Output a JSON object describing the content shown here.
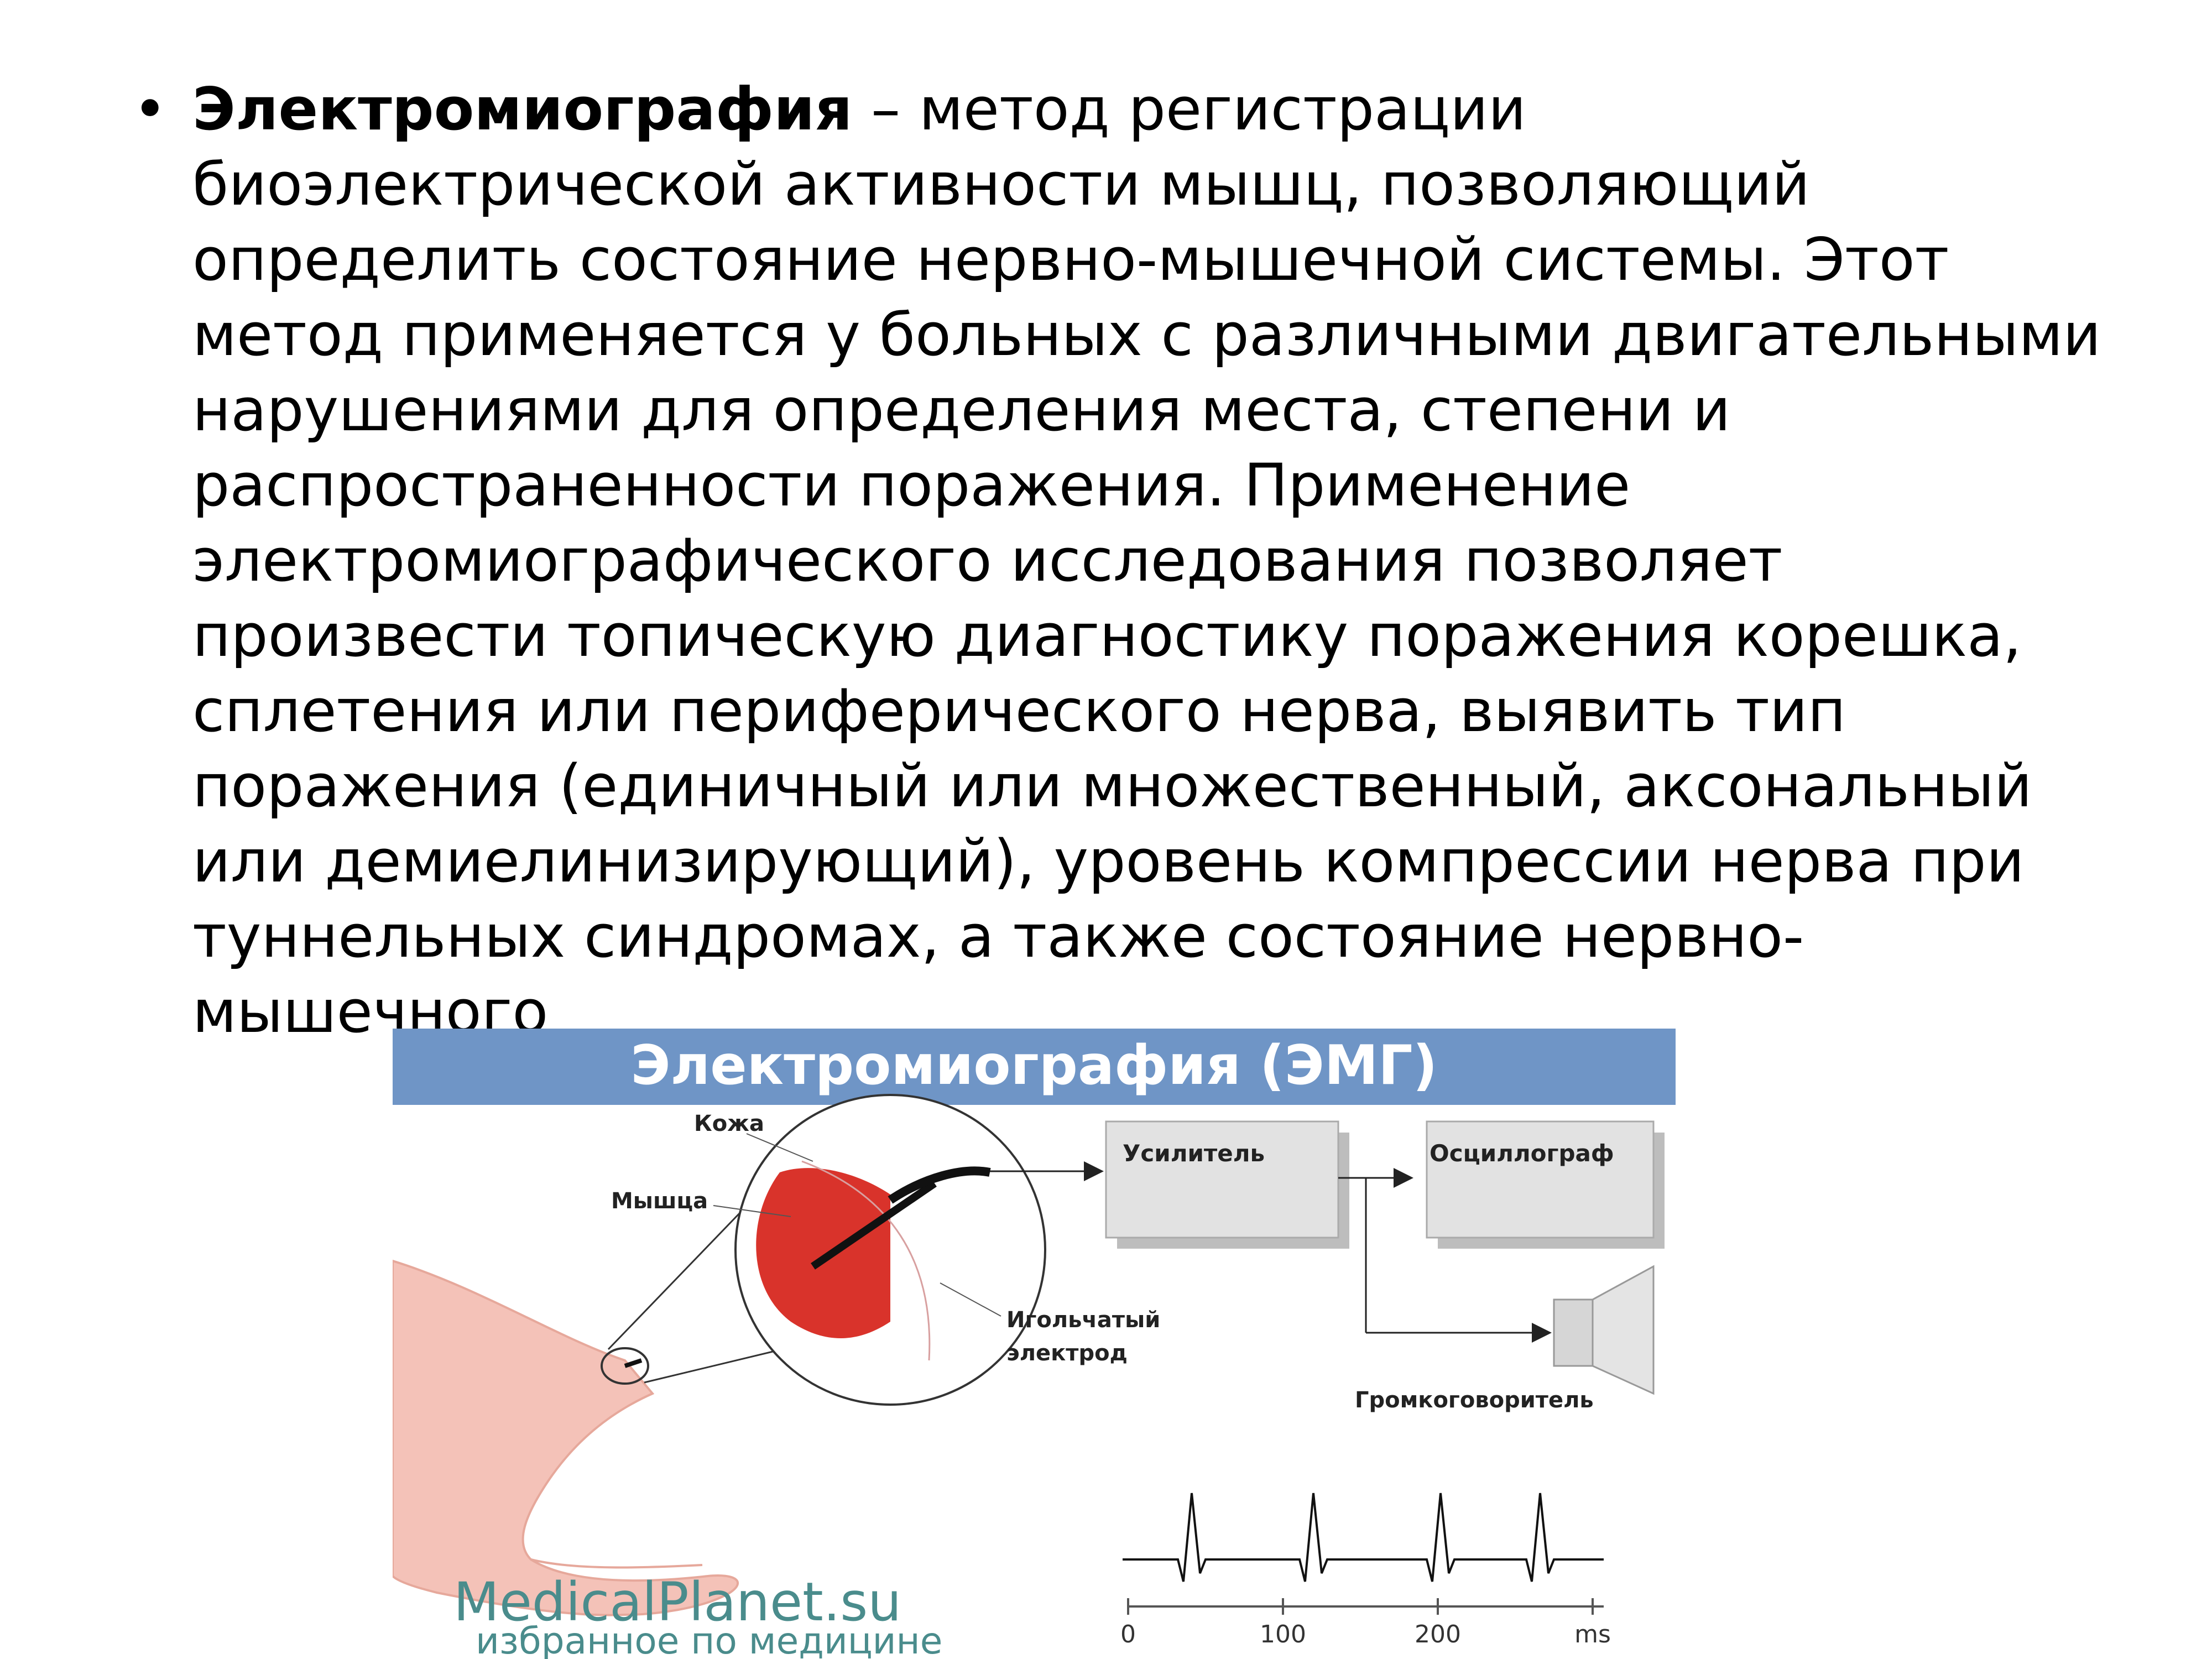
{
  "text": {
    "term": "Электромиография",
    "body": " – метод регистрации биоэлектрической активности мышц, позволяющий определить состояние нервно-мышечной системы. Этот метод применяется у больных с различными двигательными нарушениями для определения места, степени и распространенности поражения. Применение электромиографического исследования позволяет произвести топическую диагностику поражения корешка, сплетения или периферического нерва, выявить тип поражения (единичный или множественный, аксональный или демиелинизирующий), уровень компрессии нерва при туннельных синдромах, а также состояние нервно-мышечного"
  },
  "figure": {
    "title": "Электромиография (ЭМГ)",
    "labels": {
      "skin": "Кожа",
      "muscle": "Мышца",
      "electrode_line1": "Игольчатый",
      "electrode_line2": "электрод",
      "amplifier": "Усилитель",
      "oscillograph": "Осциллограф",
      "speaker": "Громкоговоритель"
    },
    "axis_ticks": [
      "0",
      "100",
      "200"
    ],
    "axis_unit": "ms",
    "watermark_line1": "MedicalPlanet.su",
    "watermark_line2": "избранное по медицине",
    "colors": {
      "title_bar": "#6f95c6",
      "muscle": "#d9332b",
      "arm": "#f4c2b8",
      "box": "#e2e2e2",
      "watermark": "#4a8c8c"
    },
    "icons": [
      "arm-illustration",
      "needle-electrode-icon",
      "amplifier-box",
      "oscillograph-box",
      "loudspeaker-icon",
      "emg-spike-trace"
    ]
  }
}
